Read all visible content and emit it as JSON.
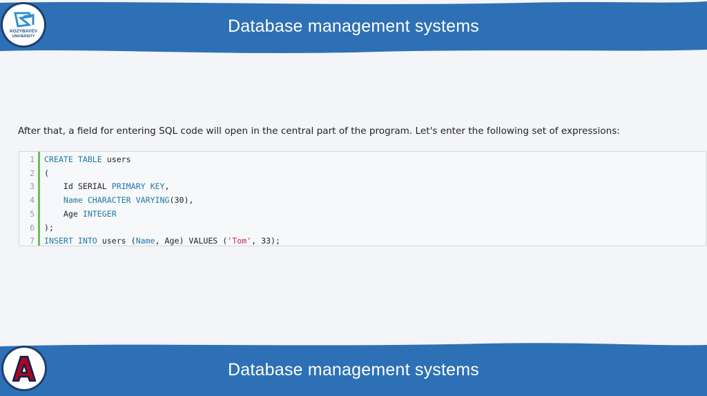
{
  "header": {
    "title": "Database management systems"
  },
  "footer": {
    "title": "Database management systems"
  },
  "logos": {
    "top": {
      "text_line1": "KOZYBAYEV",
      "text_line2": "UNIVERSITY"
    },
    "bottom": {
      "letter": "A"
    }
  },
  "content": {
    "intro": "After that, a field for entering SQL code will open in the central part of the program. Let's enter the following set of expressions:",
    "code": {
      "line_numbers": [
        "1",
        "2",
        "3",
        "4",
        "5",
        "6",
        "7"
      ],
      "lines": [
        [
          {
            "t": "CREATE TABLE",
            "k": "kw"
          },
          {
            "t": " users",
            "k": ""
          }
        ],
        [
          {
            "t": "(",
            "k": ""
          }
        ],
        [
          {
            "t": "    Id SERIAL ",
            "k": ""
          },
          {
            "t": "PRIMARY KEY",
            "k": "kw"
          },
          {
            "t": ",",
            "k": ""
          }
        ],
        [
          {
            "t": "    ",
            "k": ""
          },
          {
            "t": "Name",
            "k": "kw"
          },
          {
            "t": " ",
            "k": ""
          },
          {
            "t": "CHARACTER VARYING",
            "k": "kw"
          },
          {
            "t": "(30),",
            "k": ""
          }
        ],
        [
          {
            "t": "    Age ",
            "k": ""
          },
          {
            "t": "INTEGER",
            "k": "kw"
          }
        ],
        [
          {
            "t": ");",
            "k": ""
          }
        ],
        [
          {
            "t": "INSERT INTO",
            "k": "kw"
          },
          {
            "t": " users (",
            "k": ""
          },
          {
            "t": "Name",
            "k": "kw"
          },
          {
            "t": ", Age) VALUES (",
            "k": ""
          },
          {
            "t": "'Tom'",
            "k": "str"
          },
          {
            "t": ", 33);",
            "k": ""
          }
        ]
      ]
    }
  },
  "colors": {
    "band": "#2e70b5",
    "keyword": "#1d79a8",
    "string": "#c8254e",
    "gutter_line": "#6cbd57"
  }
}
